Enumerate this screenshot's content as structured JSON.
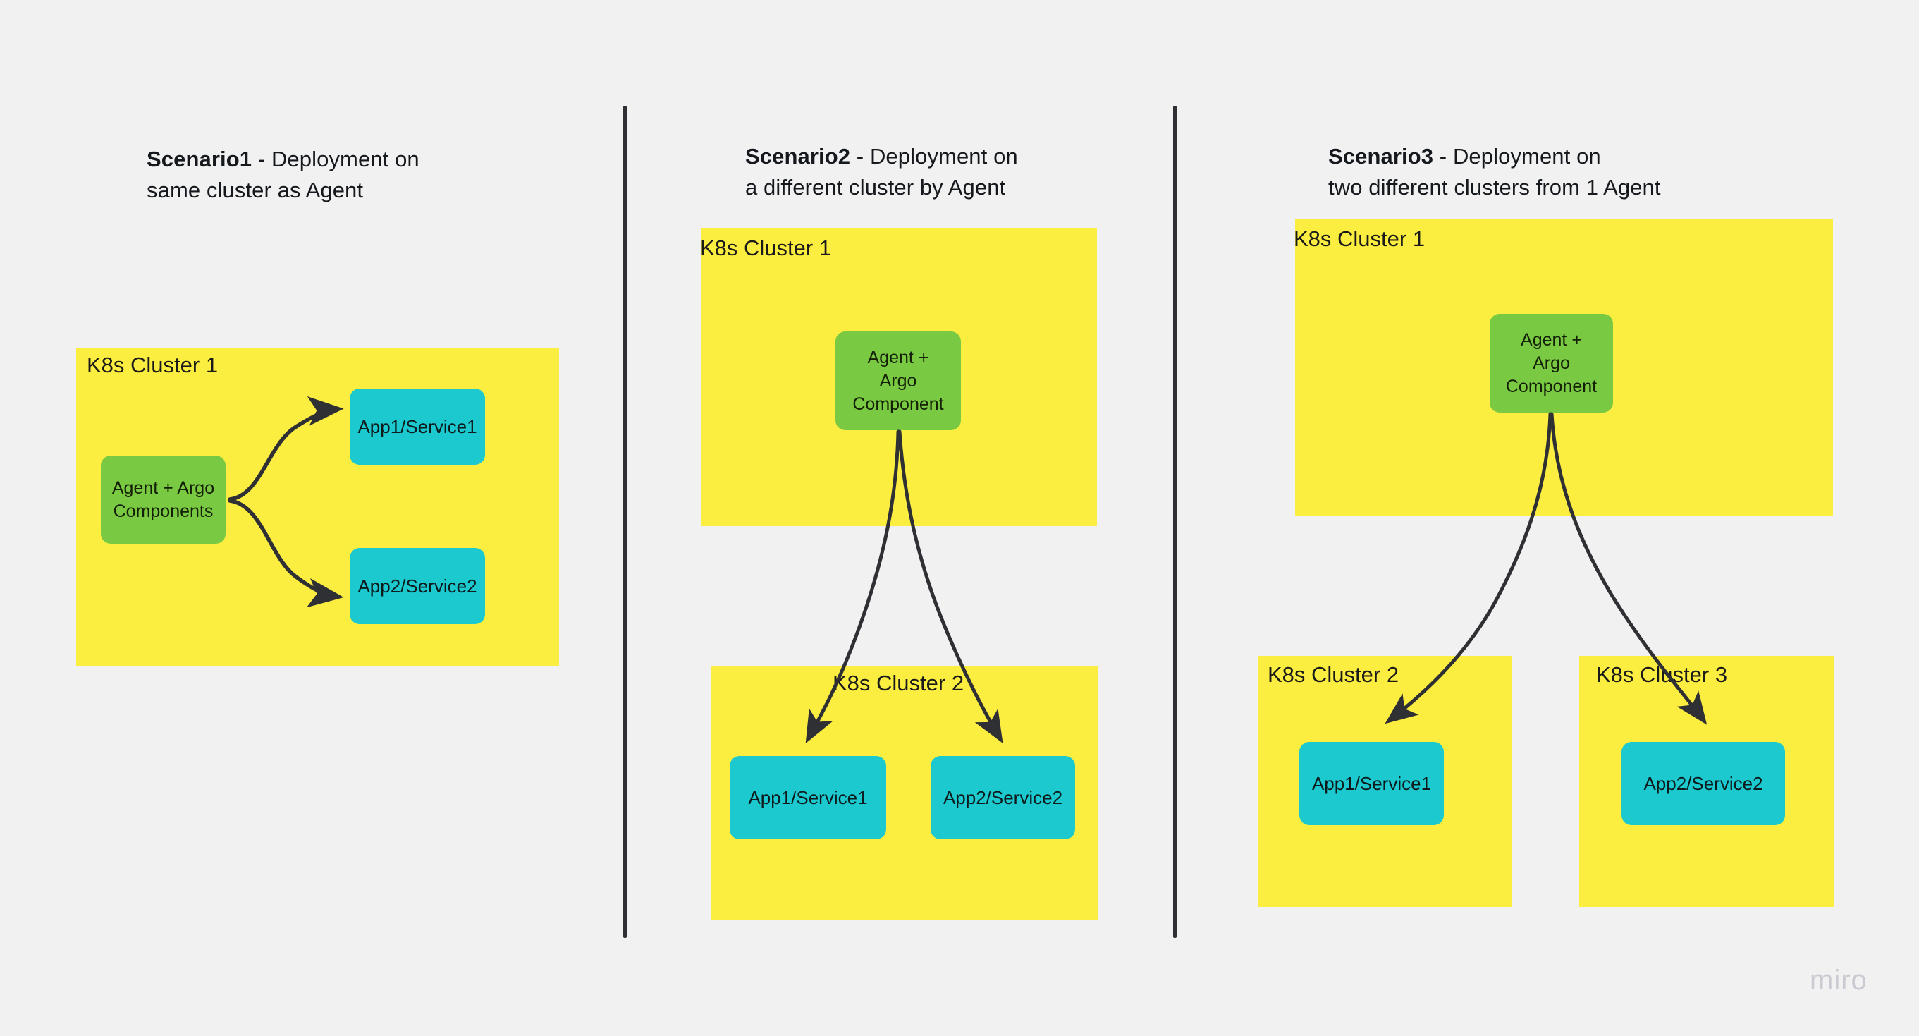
{
  "page": {
    "background_color": "#f1f1f1",
    "watermark": "miro"
  },
  "palette": {
    "cluster_yellow": "#fcee40",
    "agent_green": "#7ac943",
    "app_cyan": "#1bc9ce",
    "arrow_dark": "#2f3033",
    "divider_dark": "#2f3033",
    "text_dark": "#15181c",
    "watermark_gray": "#c9cad2"
  },
  "scenarios": [
    {
      "id": "scenario1",
      "title_strong": "Scenario1",
      "title_rest": " - Deployment on\nsame cluster as Agent",
      "clusters": [
        {
          "label": "K8s Cluster 1"
        }
      ],
      "nodes": [
        {
          "label": "Agent + Argo\nComponents",
          "kind": "agent"
        },
        {
          "label": "App1/Service1",
          "kind": "app"
        },
        {
          "label": "App2/Service2",
          "kind": "app"
        }
      ],
      "edges": [
        {
          "from": "Agent + Argo Components",
          "to": "App1/Service1"
        },
        {
          "from": "Agent + Argo Components",
          "to": "App2/Service2"
        }
      ]
    },
    {
      "id": "scenario2",
      "title_strong": "Scenario2",
      "title_rest": " - Deployment on\na different cluster by Agent",
      "clusters": [
        {
          "label": "K8s Cluster 1"
        },
        {
          "label": "K8s Cluster 2"
        }
      ],
      "nodes": [
        {
          "label": "Agent +\nArgo\nComponent",
          "kind": "agent"
        },
        {
          "label": "App1/Service1",
          "kind": "app"
        },
        {
          "label": "App2/Service2",
          "kind": "app"
        }
      ],
      "edges": [
        {
          "from": "Agent + Argo Component",
          "to": "App1/Service1"
        },
        {
          "from": "Agent + Argo Component",
          "to": "App2/Service2"
        }
      ]
    },
    {
      "id": "scenario3",
      "title_strong": "Scenario3",
      "title_rest": " - Deployment on\ntwo different clusters from 1 Agent",
      "clusters": [
        {
          "label": "K8s Cluster 1"
        },
        {
          "label": "K8s Cluster 2"
        },
        {
          "label": "K8s Cluster 3"
        }
      ],
      "nodes": [
        {
          "label": "Agent +\nArgo\nComponent",
          "kind": "agent"
        },
        {
          "label": "App1/Service1",
          "kind": "app"
        },
        {
          "label": "App2/Service2",
          "kind": "app"
        }
      ],
      "edges": [
        {
          "from": "Agent + Argo Component",
          "to": "App1/Service1"
        },
        {
          "from": "Agent + Argo Component",
          "to": "App2/Service2"
        }
      ]
    }
  ]
}
